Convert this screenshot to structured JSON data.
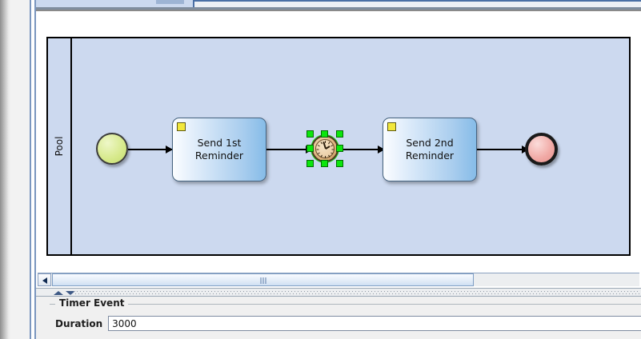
{
  "window": {
    "tab_strip": {
      "selected_tab_label": ""
    }
  },
  "diagram": {
    "type": "bpmn-process",
    "pool": {
      "label": "Pool"
    },
    "nodes": [
      {
        "id": "start",
        "kind": "start-event",
        "label": "",
        "selected": false
      },
      {
        "id": "task1",
        "kind": "send-task",
        "label": "Send 1st\nReminder",
        "marker": "message-marker",
        "selected": false
      },
      {
        "id": "timer",
        "kind": "intermediate-timer-event",
        "label": "",
        "selected": true
      },
      {
        "id": "task2",
        "kind": "send-task",
        "label": "Send 2nd\nReminder",
        "marker": "message-marker",
        "selected": false
      },
      {
        "id": "end",
        "kind": "end-event",
        "label": "",
        "selected": false
      }
    ],
    "flows": [
      {
        "from": "start",
        "to": "task1"
      },
      {
        "from": "task1",
        "to": "timer"
      },
      {
        "from": "timer",
        "to": "task2"
      },
      {
        "from": "task2",
        "to": "end"
      }
    ],
    "colors": {
      "pool_fill": "#ccd9ef",
      "task_fill_to": "#86bce8",
      "start_fill": "#c5dd72",
      "end_fill": "#e8928d",
      "selection_handle": "#0ce60c",
      "marker_fill": "#f2e73c"
    }
  },
  "scrollbar": {
    "left_button_icon": "left-arrow-icon",
    "orientation": "horizontal"
  },
  "splitter": {
    "collapse_up_icon": "triangle-up-icon",
    "collapse_down_icon": "triangle-down-icon"
  },
  "properties": {
    "group_title": "Timer Event",
    "fields": [
      {
        "label": "Duration",
        "value": "3000",
        "placeholder": ""
      }
    ]
  }
}
